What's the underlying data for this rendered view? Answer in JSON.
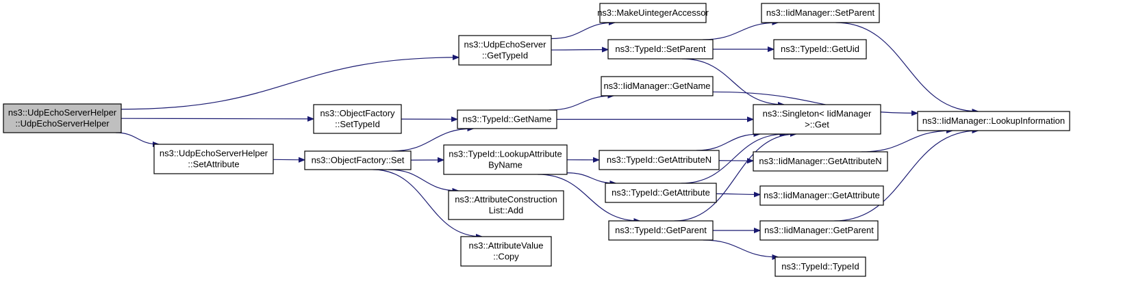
{
  "colors": {
    "edge": "#191970",
    "root_fill": "#bfbfbf",
    "node_fill": "#ffffff",
    "border": "#000000"
  },
  "nodes": [
    {
      "id": "root",
      "lines": [
        "ns3::UdpEchoServerHelper",
        "::UdpEchoServerHelper"
      ],
      "root": true
    },
    {
      "id": "udpEchoServerGetTypeId",
      "lines": [
        "ns3::UdpEchoServer",
        "::GetTypeId"
      ]
    },
    {
      "id": "objectFactorySetTypeId",
      "lines": [
        "ns3::ObjectFactory",
        "::SetTypeId"
      ]
    },
    {
      "id": "helperSetAttribute",
      "lines": [
        "ns3::UdpEchoServerHelper",
        "::SetAttribute"
      ]
    },
    {
      "id": "objectFactorySet",
      "lines": [
        "ns3::ObjectFactory::Set"
      ]
    },
    {
      "id": "makeUintegerAccessor",
      "lines": [
        "ns3::MakeUintegerAccessor"
      ]
    },
    {
      "id": "typeIdSetParent",
      "lines": [
        "ns3::TypeId::SetParent"
      ]
    },
    {
      "id": "typeIdGetName",
      "lines": [
        "ns3::TypeId::GetName"
      ]
    },
    {
      "id": "typeIdLookupAttributeByName",
      "lines": [
        "ns3::TypeId::LookupAttribute",
        "ByName"
      ]
    },
    {
      "id": "attrConstructionListAdd",
      "lines": [
        "ns3::AttributeConstruction",
        "List::Add"
      ]
    },
    {
      "id": "attributeValueCopy",
      "lines": [
        "ns3::AttributeValue",
        "::Copy"
      ]
    },
    {
      "id": "iidManagerGetName",
      "lines": [
        "ns3::IidManager::GetName"
      ]
    },
    {
      "id": "typeIdGetAttributeN",
      "lines": [
        "ns3::TypeId::GetAttributeN"
      ]
    },
    {
      "id": "typeIdGetAttribute",
      "lines": [
        "ns3::TypeId::GetAttribute"
      ]
    },
    {
      "id": "typeIdGetParent",
      "lines": [
        "ns3::TypeId::GetParent"
      ]
    },
    {
      "id": "iidManagerSetParent",
      "lines": [
        "ns3::IidManager::SetParent"
      ]
    },
    {
      "id": "typeIdGetUid",
      "lines": [
        "ns3::TypeId::GetUid"
      ]
    },
    {
      "id": "singletonGet",
      "lines": [
        "ns3::Singleton< IidManager",
        " >::Get"
      ]
    },
    {
      "id": "iidManagerGetAttributeN",
      "lines": [
        "ns3::IidManager::GetAttributeN"
      ]
    },
    {
      "id": "iidManagerGetAttribute",
      "lines": [
        "ns3::IidManager::GetAttribute"
      ]
    },
    {
      "id": "iidManagerGetParent",
      "lines": [
        "ns3::IidManager::GetParent"
      ]
    },
    {
      "id": "typeIdTypeId",
      "lines": [
        "ns3::TypeId::TypeId"
      ]
    },
    {
      "id": "iidManagerLookupInformation",
      "lines": [
        "ns3::IidManager::LookupInformation"
      ]
    }
  ],
  "edges": [
    [
      "root",
      "udpEchoServerGetTypeId"
    ],
    [
      "root",
      "objectFactorySetTypeId"
    ],
    [
      "root",
      "helperSetAttribute"
    ],
    [
      "udpEchoServerGetTypeId",
      "makeUintegerAccessor"
    ],
    [
      "udpEchoServerGetTypeId",
      "typeIdSetParent"
    ],
    [
      "typeIdSetParent",
      "iidManagerSetParent"
    ],
    [
      "typeIdSetParent",
      "typeIdGetUid"
    ],
    [
      "typeIdSetParent",
      "singletonGet"
    ],
    [
      "iidManagerSetParent",
      "iidManagerLookupInformation"
    ],
    [
      "objectFactorySetTypeId",
      "typeIdGetName"
    ],
    [
      "typeIdGetName",
      "iidManagerGetName"
    ],
    [
      "typeIdGetName",
      "singletonGet"
    ],
    [
      "iidManagerGetName",
      "iidManagerLookupInformation"
    ],
    [
      "helperSetAttribute",
      "objectFactorySet"
    ],
    [
      "objectFactorySet",
      "typeIdGetName"
    ],
    [
      "objectFactorySet",
      "typeIdLookupAttributeByName"
    ],
    [
      "objectFactorySet",
      "attrConstructionListAdd"
    ],
    [
      "objectFactorySet",
      "attributeValueCopy"
    ],
    [
      "typeIdLookupAttributeByName",
      "typeIdGetAttributeN"
    ],
    [
      "typeIdLookupAttributeByName",
      "typeIdGetAttribute"
    ],
    [
      "typeIdLookupAttributeByName",
      "typeIdGetParent"
    ],
    [
      "typeIdGetAttributeN",
      "singletonGet"
    ],
    [
      "typeIdGetAttributeN",
      "iidManagerGetAttributeN"
    ],
    [
      "typeIdGetAttribute",
      "singletonGet"
    ],
    [
      "typeIdGetAttribute",
      "iidManagerGetAttribute"
    ],
    [
      "typeIdGetParent",
      "singletonGet"
    ],
    [
      "typeIdGetParent",
      "iidManagerGetParent"
    ],
    [
      "typeIdGetParent",
      "typeIdTypeId"
    ],
    [
      "iidManagerGetAttributeN",
      "iidManagerLookupInformation"
    ],
    [
      "iidManagerGetParent",
      "iidManagerLookupInformation"
    ]
  ]
}
